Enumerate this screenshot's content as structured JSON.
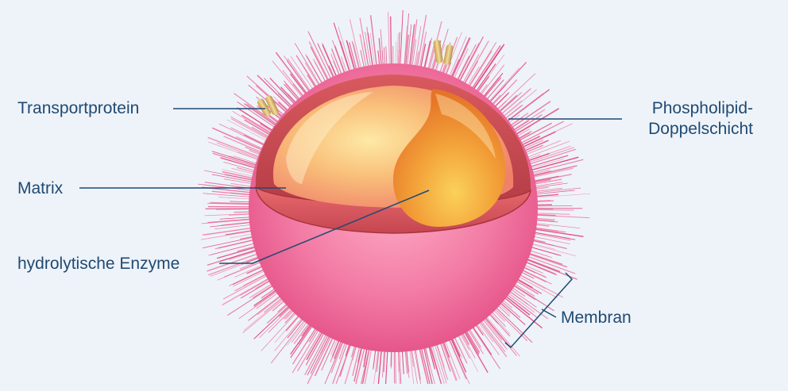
{
  "labels": {
    "transportprotein": "Transportprotein",
    "matrix": "Matrix",
    "enzyme": "hydrolytische Enzyme",
    "phospholipid_line1": "Phospholipid-",
    "phospholipid_line2": "Doppelschicht",
    "membran": "Membran"
  },
  "colors": {
    "background": "#eef3f9",
    "label_text": "#1f4a73",
    "leader_line": "#1f4a73",
    "spine": "#e0407a",
    "membrane": "#c84a52",
    "matrix": "#f7c27a",
    "enzyme": "#f0922a"
  }
}
